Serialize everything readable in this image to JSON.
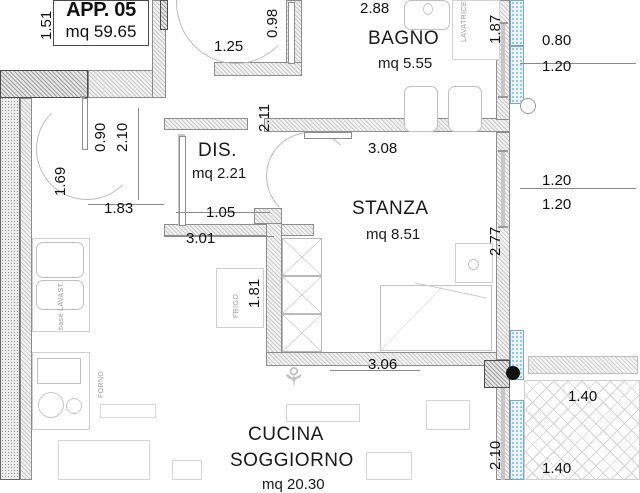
{
  "document": {
    "type": "floor-plan",
    "language": "it",
    "title_block": {
      "apartment_label": "APP. 05",
      "total_area": "mq 59.65"
    }
  },
  "rooms": [
    {
      "id": "bagno",
      "name": "BAGNO",
      "area": "mq 5.55"
    },
    {
      "id": "dis",
      "name": "DIS.",
      "area": "mq 2.21"
    },
    {
      "id": "stanza",
      "name": "STANZA",
      "area": "mq 8.51"
    },
    {
      "id": "cucina",
      "name": "CUCINA",
      "name2": "SOGGIORNO",
      "area": "mq 20.30"
    }
  ],
  "dimensions": {
    "top_left_vertical": "1.51",
    "left_1": "1.69",
    "door_width_left": "0.90",
    "door_height_left": "2.10",
    "left_bottom": "1.83",
    "top_door": "1.25",
    "top_door_v": "0.98",
    "bagno_width": "2.88",
    "bagno_right_v": "1.87",
    "dis_v": "2.11",
    "dis_w": "1.05",
    "dis_3": "3.01",
    "frigo_v": "1.81",
    "stanza_top": "3.08",
    "stanza_right_v": "2.77",
    "stanza_bottom": "3.06",
    "right_a": "0.80",
    "right_b": "1.20",
    "right_c": "1.20",
    "right_d": "1.20",
    "right_e": "1.40",
    "right_f": "1.40",
    "bottom_right_v": "2.10"
  },
  "fixture_labels": {
    "lavatrice": "LAVATRICE",
    "frigo": "FRIGO",
    "forno": "FORNO",
    "lavastoviglie": "base LAVAST."
  }
}
